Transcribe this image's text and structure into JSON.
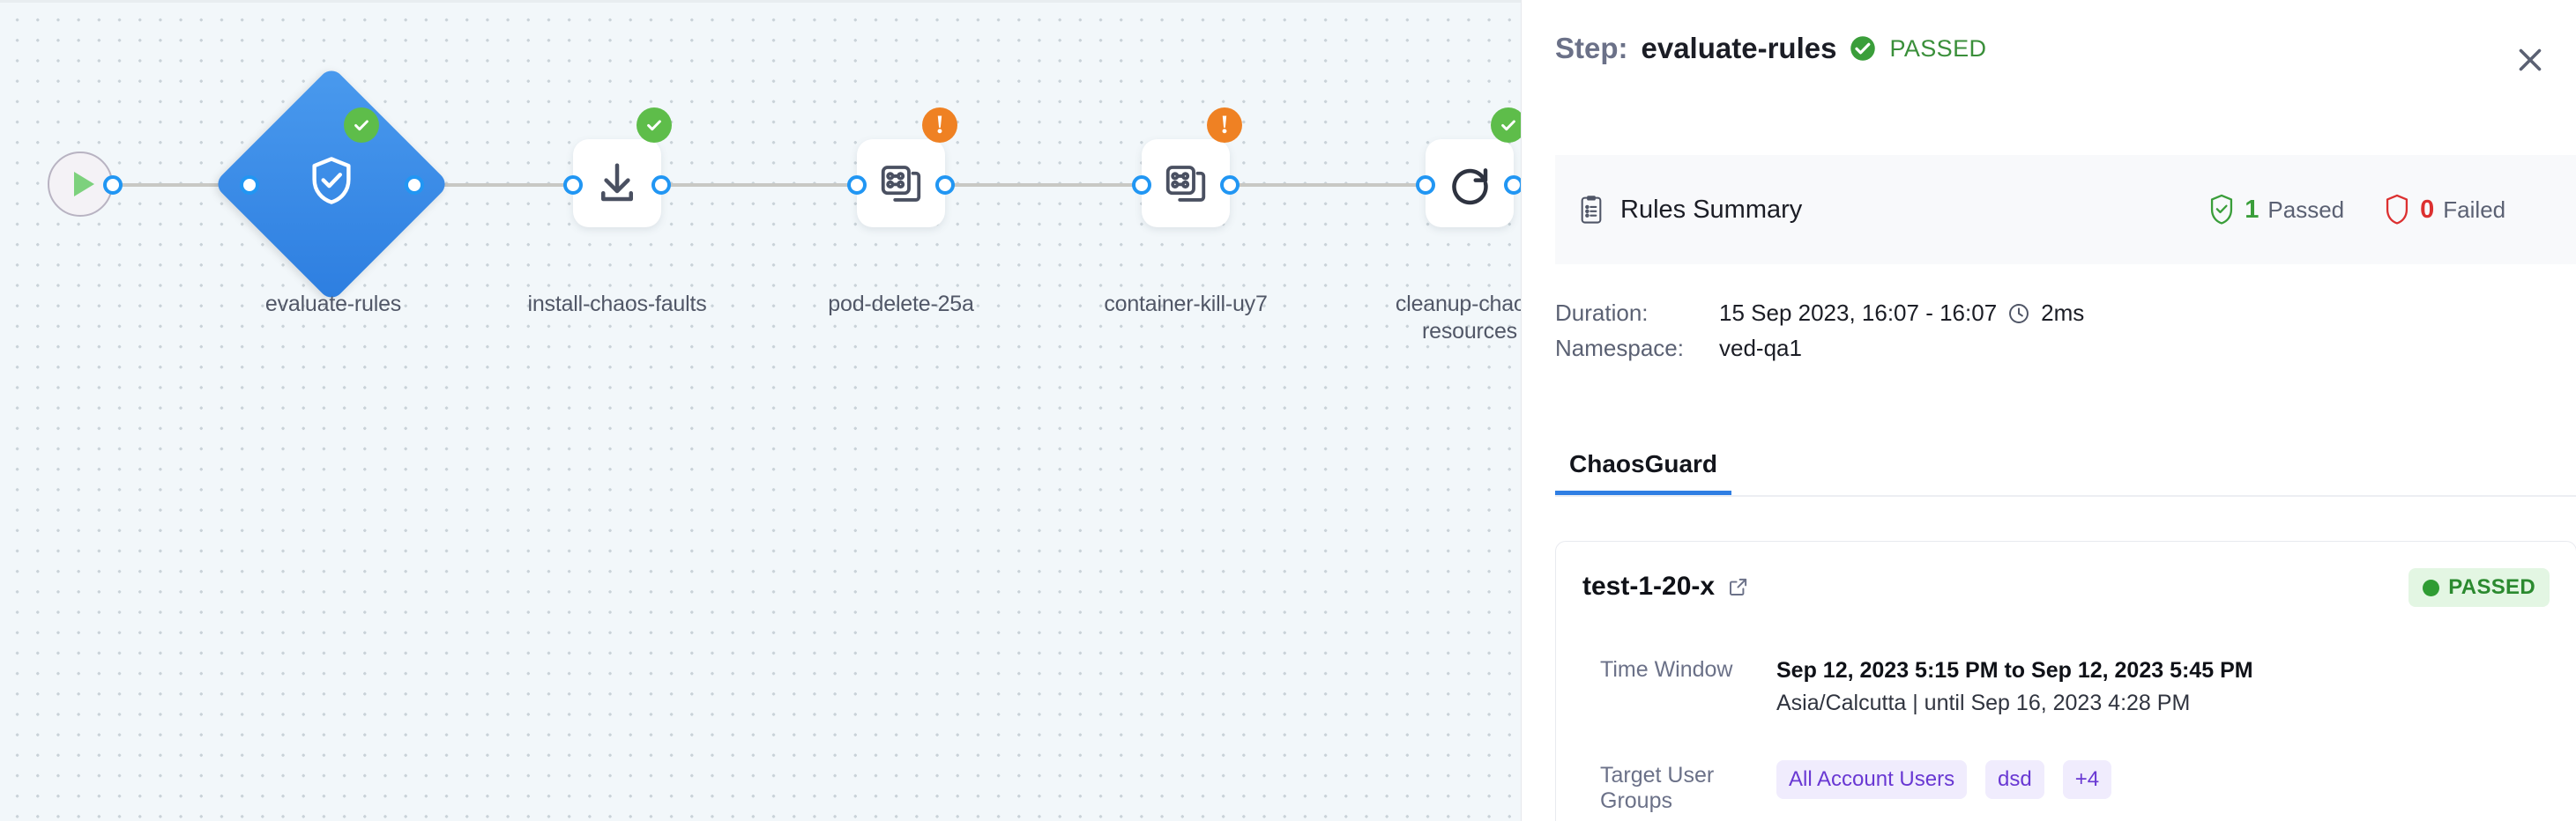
{
  "canvas": {
    "start_node": {
      "icon": "play-icon"
    },
    "nodes": [
      {
        "id": "evaluate-rules",
        "label": "evaluate-rules",
        "shape": "diamond",
        "icon": "shield-check-icon",
        "status": "success",
        "status_badge": "check"
      },
      {
        "id": "install-chaos-faults",
        "label": "install-chaos-faults",
        "shape": "square",
        "icon": "download-icon",
        "status": "success",
        "status_badge": "check"
      },
      {
        "id": "pod-delete-25a",
        "label": "pod-delete-25a",
        "shape": "square",
        "icon": "chaos-experiment-icon",
        "status": "warning",
        "status_badge": "!"
      },
      {
        "id": "container-kill-uy7",
        "label": "container-kill-uy7",
        "shape": "square",
        "icon": "chaos-experiment-icon",
        "status": "warning",
        "status_badge": "!"
      },
      {
        "id": "cleanup-chaos-resources",
        "label": "cleanup-chaos-resources",
        "shape": "square",
        "icon": "refresh-icon",
        "status": "success",
        "status_badge": "check"
      }
    ]
  },
  "panel": {
    "step_prefix": "Step:",
    "step_name": "evaluate-rules",
    "step_status": "PASSED",
    "close_icon": "close-icon",
    "rules_summary": {
      "icon": "clipboard-icon",
      "title": "Rules Summary",
      "passed_count": "1",
      "passed_label": "Passed",
      "failed_count": "0",
      "failed_label": "Failed"
    },
    "meta": {
      "duration_key": "Duration:",
      "duration_value": "15 Sep 2023, 16:07 - 16:07",
      "duration_clock_icon": "clock-icon",
      "duration_elapsed": "2ms",
      "namespace_key": "Namespace:",
      "namespace_value": "ved-qa1"
    },
    "tabs": [
      {
        "label": "ChaosGuard",
        "active": true
      }
    ],
    "rule_card": {
      "title": "test-1-20-x",
      "external_link_icon": "external-link-icon",
      "status_badge": "PASSED",
      "time_window_key": "Time Window",
      "time_window_value": "Sep 12, 2023 5:15 PM to Sep 12, 2023 5:45 PM",
      "time_window_sub": "Asia/Calcutta | until Sep 16, 2023 4:28 PM",
      "user_groups_key": "Target User Groups",
      "user_groups": [
        "All Account Users",
        "dsd",
        "+4"
      ]
    }
  },
  "colors": {
    "accent_blue": "#2f7ee3",
    "success_green": "#5ebd4a",
    "warning_orange": "#ef8123",
    "fail_red": "#dc3030",
    "chip_purple": "#6938d3"
  }
}
